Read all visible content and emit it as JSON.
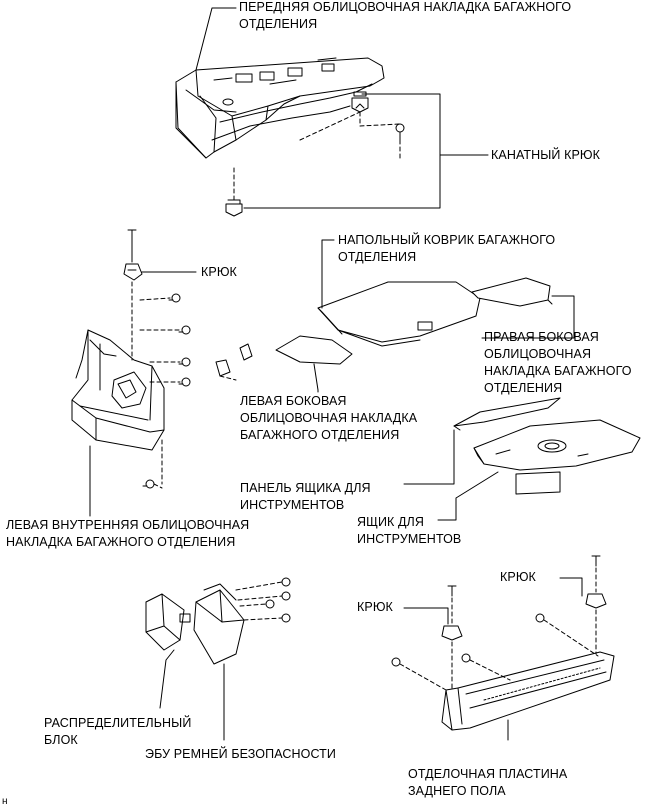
{
  "labels": {
    "front_trim": "ПЕРЕДНЯЯ ОБЛИЦОВОЧНАЯ НАКЛАДКА БАГАЖНОГО\nОТДЕЛЕНИЯ",
    "rope_hook": "КАНАТНЫЙ КРЮК",
    "hook_left": "КРЮК",
    "floor_mat": "НАПОЛЬНЫЙ КОВРИК БАГАЖНОГО\nОТДЕЛЕНИЯ",
    "right_side_trim": "ПРАВАЯ БОКОВАЯ\nОБЛИЦОВОЧНАЯ\nНАКЛАДКА БАГАЖНОГО\nОТДЕЛЕНИЯ",
    "left_side_trim": "ЛЕВАЯ БОКОВАЯ\nОБЛИЦОВОЧНАЯ НАКЛАДКА\nБАГАЖНОГО ОТДЕЛЕНИЯ",
    "tool_box_panel": "ПАНЕЛЬ ЯЩИКА ДЛЯ\nИНСТРУМЕНТОВ",
    "tool_box": "ЯЩИК ДЛЯ\nИНСТРУМЕНТОВ",
    "left_inner_trim": "ЛЕВАЯ ВНУТРЕННЯЯ ОБЛИЦОВОЧНАЯ\nНАКЛАДКА БАГАЖНОГО ОТДЕЛЕНИЯ",
    "junction_block": "РАСПРЕДЕЛИТЕЛЬНЫЙ\nБЛОК",
    "seatbelt_ecu": "ЭБУ РЕМНЕЙ БЕЗОПАСНОСТИ",
    "hook_rear_right": "КРЮК",
    "hook_rear_left": "КРЮК",
    "rear_floor_plate": "ОТДЕЛОЧНАЯ ПЛАСТИНА\nЗАДНЕГО ПОЛА",
    "corner_mark": "н"
  }
}
